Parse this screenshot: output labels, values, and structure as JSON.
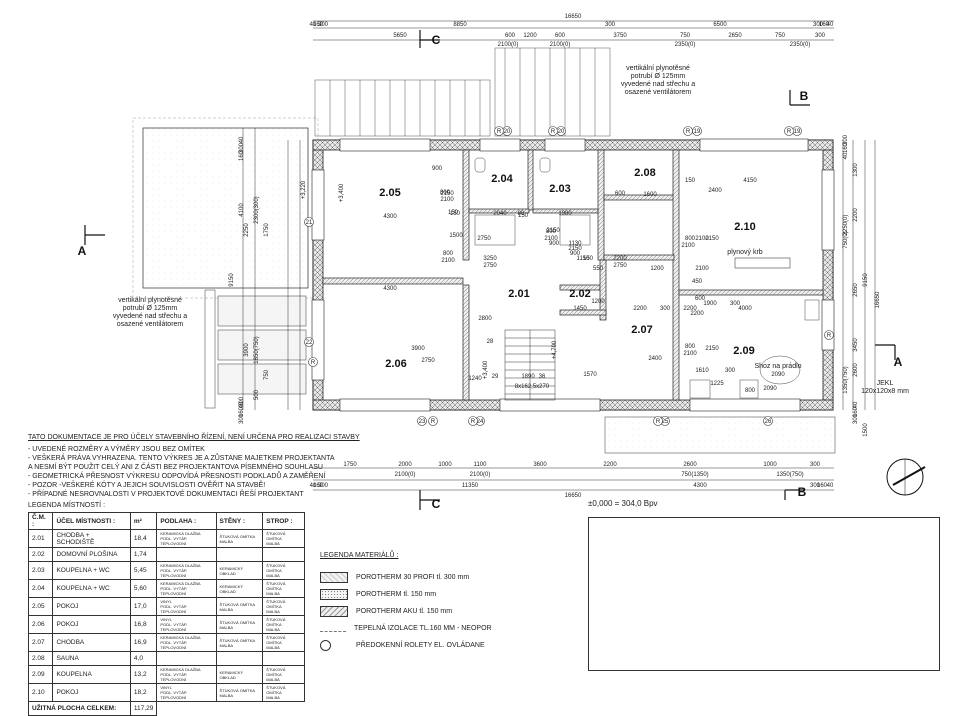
{
  "dims_top": {
    "overall": "16650",
    "row1": [
      "40",
      "160",
      "300",
      "8850",
      "300",
      "6500",
      "300",
      "160",
      "40"
    ],
    "row2": [
      "5650",
      "600",
      "1200",
      "600",
      "3750",
      "750",
      "2650",
      "750",
      "300"
    ],
    "row2b": [
      "2100(0)",
      "2100(0)",
      "2350(0)",
      "2350(0)"
    ]
  },
  "dims_bottom": {
    "row1": [
      "1750",
      "2000",
      "1000",
      "1100",
      "3600",
      "2200",
      "2600",
      "1000",
      "300"
    ],
    "row1b": [
      "2100(0)",
      "2100(0)",
      "750(1350)",
      "1350(750)"
    ],
    "row2": [
      "40",
      "160",
      "300",
      "11350",
      "4300",
      "300",
      "160",
      "40"
    ],
    "overall": "16650"
  },
  "dims_right": [
    "300",
    "160",
    "40",
    "1300",
    "2200",
    "2250(0)",
    "750(0)",
    "2650",
    "3450",
    "2600",
    "1350(750)",
    "1500",
    "9150",
    "16650",
    "40",
    "160",
    "300"
  ],
  "dims_left": [
    "40",
    "300",
    "160",
    "9150",
    "4100",
    "2300(300)",
    "2250",
    "1750",
    "3900",
    "1850(750)",
    "750",
    "500",
    "300",
    "40",
    "160",
    "300"
  ],
  "rooms": [
    {
      "id": "2.01"
    },
    {
      "id": "2.02"
    },
    {
      "id": "2.03"
    },
    {
      "id": "2.04"
    },
    {
      "id": "2.05"
    },
    {
      "id": "2.06"
    },
    {
      "id": "2.07"
    },
    {
      "id": "2.08"
    },
    {
      "id": "2.09"
    },
    {
      "id": "2.10"
    }
  ],
  "inner_dims": [
    "4300",
    "4300",
    "900",
    "2150",
    "800",
    "2100",
    "3900",
    "2750",
    "150",
    "800",
    "2100",
    "150",
    "1500",
    "2750",
    "2040",
    "80",
    "150",
    "1980",
    "900",
    "2150",
    "800",
    "2100",
    "900",
    "2150",
    "1130",
    "3250",
    "2750",
    "1150",
    "150",
    "1450",
    "1200",
    "550",
    "2200",
    "2750",
    "2200",
    "2200",
    "2200",
    "4150",
    "600",
    "1600",
    "150",
    "2400",
    "2100",
    "800",
    "2100",
    "2150",
    "450",
    "2100",
    "1200",
    "600",
    "1900",
    "300",
    "2800",
    "1240",
    "1890",
    "1570",
    "2400",
    "4000",
    "800",
    "2100",
    "2150",
    "1610",
    "300",
    "1225",
    "800",
    "2090",
    "28",
    "29",
    "36",
    "300"
  ],
  "levels": [
    "+3,220",
    "+3,400",
    "+3,400",
    "+4,700"
  ],
  "stair": "8x162,5x270",
  "annotations": {
    "vent_top": [
      "vertikální plynotěsné",
      "potrubí Ø 125mm",
      "vyvedené nad střechu a",
      "osazené ventilátorem"
    ],
    "vent_left": [
      "vertikální plynotěsné",
      "potrubí Ø 125mm",
      "vyvedené nad střechu a",
      "osazené ventilátorem"
    ],
    "gas_boiler": "plynový krb",
    "laundry_chute": [
      "Shoz na prádlo",
      "2090"
    ],
    "jekl": [
      "JEKL",
      "120x120x8 mm"
    ]
  },
  "sections": [
    "A",
    "A",
    "B",
    "B",
    "C",
    "C"
  ],
  "axes": [
    "19",
    "19",
    "20",
    "20",
    "21",
    "22",
    "23",
    "24",
    "25",
    "26",
    "R",
    "R",
    "R",
    "R",
    "R",
    "R",
    "R",
    "R",
    "R"
  ],
  "notes": {
    "heading": "TATO DOKUMENTACE JE PRO ÚČELY STAVEBNÍHO ŘÍZENÍ, NENÍ URČENA PRO REALIZACI STAVBY",
    "items": [
      "- UVEDENÉ ROZMĚRY A VÝMĚRY JSOU BEZ OMÍTEK",
      "- VEŠKERÁ PRÁVA VYHRAZENA. TENTO VÝKRES JE A ZŮSTANE MAJETKEM PROJEKTANTA",
      "  A NESMÍ BÝT POUŽIT CELÝ ANI Z ČÁSTI BEZ PROJEKTANTOVA PÍSEMNÉHO SOUHLASU",
      "- GEOMETRICKÁ PŘESNOST VÝKRESU ODPOVÍDÁ PŘESNOSTI PODKLADŮ A ZAMĚŘENÍ",
      "- POZOR -VEŠKERÉ KÓTY A JEJICH SOUVISLOSTI OVĚŘIT NA STAVBĚ!",
      "- PŘÍPADNÉ NESROVNALOSTI V PROJEKTOVÉ DOKUMENTACI ŘEŠÍ PROJEKTANT"
    ]
  },
  "room_legend": {
    "title": "LEGENDA MÍSTNOSTÍ :",
    "headers": [
      "Č.M. :",
      "ÚČEL MÍSTNOSTI :",
      "m²",
      "PODLAHA :",
      "STĚNY :",
      "STROP :"
    ],
    "rows": [
      [
        "2.01",
        "CHODBA + SCHODIŠTĚ",
        "18,4",
        "KERAMICKÁ DLAŽBA\nPODL. VYTÁP. TEPLOVODNÍ",
        "ŠTUKOVÁ OMÍTKA\nMALBA",
        "ŠTUKOVÁ OMÍTKA\nMALBA"
      ],
      [
        "2.02",
        "DOMOVNÍ PLOŠINA",
        "1,74",
        "",
        "",
        ""
      ],
      [
        "2.03",
        "KOUPELNA + WC",
        "5,45",
        "KERAMICKÁ DLAŽBA\nPODL. VYTÁP. TEPLOVODNÍ",
        "KERAMICKÝ OBKLAD",
        "ŠTUKOVÁ OMÍTKA\nMALBA"
      ],
      [
        "2.04",
        "KOUPELNA + WC",
        "5,60",
        "KERAMICKÁ DLAŽBA\nPODL. VYTÁP. TEPLOVODNÍ",
        "KERAMICKÝ OBKLAD",
        "ŠTUKOVÁ OMÍTKA\nMALBA"
      ],
      [
        "2.05",
        "POKOJ",
        "17,0",
        "VINYL\nPODL. VYTÁP. TEPLOVODNÍ",
        "ŠTUKOVÁ OMÍTKA\nMALBA",
        "ŠTUKOVÁ OMÍTKA\nMALBA"
      ],
      [
        "2.06",
        "POKOJ",
        "16,8",
        "VINYL\nPODL. VYTÁP. TEPLOVODNÍ",
        "ŠTUKOVÁ OMÍTKA\nMALBA",
        "ŠTUKOVÁ OMÍTKA\nMALBA"
      ],
      [
        "2.07",
        "CHODBA",
        "16,9",
        "KERAMICKÁ DLAŽBA\nPODL. VYTÁP. TEPLOVODNÍ",
        "ŠTUKOVÁ OMÍTKA\nMALBA",
        "ŠTUKOVÁ OMÍTKA\nMALBA"
      ],
      [
        "2.08",
        "SAUNA",
        "4,0",
        "",
        "",
        ""
      ],
      [
        "2.09",
        "KOUPELNA",
        "13,2",
        "KERAMICKÁ DLAŽBA\nPODL. VYTÁP. TEPLOVODNÍ",
        "KERAMICKÝ OBKLAD",
        "ŠTUKOVÁ OMÍTKA\nMALBA"
      ],
      [
        "2.10",
        "POKOJ",
        "18,2",
        "VINYL\nPODL. VYTÁP. TEPLOVODNÍ",
        "ŠTUKOVÁ OMÍTKA\nMALBA",
        "ŠTUKOVÁ OMÍTKA\nMALBA"
      ]
    ],
    "total_label": "UŽITNÁ PLOCHA CELKEM:",
    "total_value": "117,29"
  },
  "material_legend": {
    "title": "LEGENDA MATERIÁLŮ :",
    "items": [
      {
        "label": "POROTHERM 30 PROFI tl. 300 mm",
        "pattern": "cross"
      },
      {
        "label": "POROTHERM tl. 150 mm",
        "pattern": "dots"
      },
      {
        "label": "POROTHERM AKU tl. 150 mm",
        "pattern": "hatch"
      },
      {
        "label": "TEPELNÁ IZOLACE TL.160 MM - NEOPOR",
        "pattern": "wave"
      },
      {
        "label": "PŘEDOKENNÍ ROLETY EL. OVLÁDANE",
        "pattern": "R"
      }
    ]
  },
  "elevation": "±0,000 = 304,0 Bpv",
  "colors": {
    "line": "#222222",
    "wall": "#555555",
    "hatch": "#999999"
  }
}
